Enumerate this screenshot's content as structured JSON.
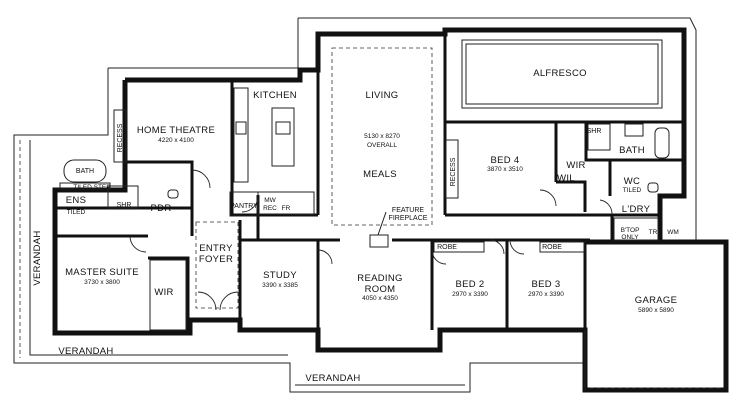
{
  "rooms": {
    "alfresco": "ALFRESCO",
    "living": "LIVING",
    "living_dim": "5130 x 8270",
    "living_overall": "OVERALL",
    "meals": "MEALS",
    "kitchen": "KITCHEN",
    "home_theatre": "HOME THEATRE",
    "home_theatre_dim": "4220 x 4100",
    "recess_left": "RECESS",
    "recess_right": "RECESS",
    "bed4": "BED 4",
    "bed4_dim": "3870 x 3510",
    "shr_top": "SHR",
    "bath": "BATH",
    "wir_bed4": "WIR",
    "wil": "WIL",
    "wc": "WC",
    "wc_tiled": "TILED",
    "ldry": "L'DRY",
    "btop": "B'TOP",
    "btop_only": "ONLY",
    "tr": "TR",
    "wm": "WM",
    "ens_bath": "BATH",
    "tiled_step": "TILED STEP",
    "ens": "ENS",
    "ens_tiled": "TILED",
    "shr_ens": "SHR",
    "pdr": "PDR",
    "pantry": "PANTRY",
    "mw": "MW",
    "rec": "REC",
    "fr": "FR",
    "feature": "FEATURE",
    "fireplace": "FIREPLACE",
    "entry": "ENTRY",
    "foyer": "FOYER",
    "master_suite": "MASTER SUITE",
    "master_suite_dim": "3730 x 3800",
    "wir_master": "WIR",
    "study": "STUDY",
    "study_dim": "3390 x 3385",
    "reading": "READING",
    "reading_room": "ROOM",
    "reading_dim": "4050 x 4350",
    "robe_bed2": "ROBE",
    "robe_bed3": "ROBE",
    "bed2": "BED 2",
    "bed2_dim": "2970 x 3390",
    "bed3": "BED 3",
    "bed3_dim": "2970 x 3390",
    "garage": "GARAGE",
    "garage_dim": "5890 x 5890",
    "verandah_side": "VERANDAH",
    "verandah_left": "VERANDAH",
    "verandah_bottom": "VERANDAH"
  }
}
